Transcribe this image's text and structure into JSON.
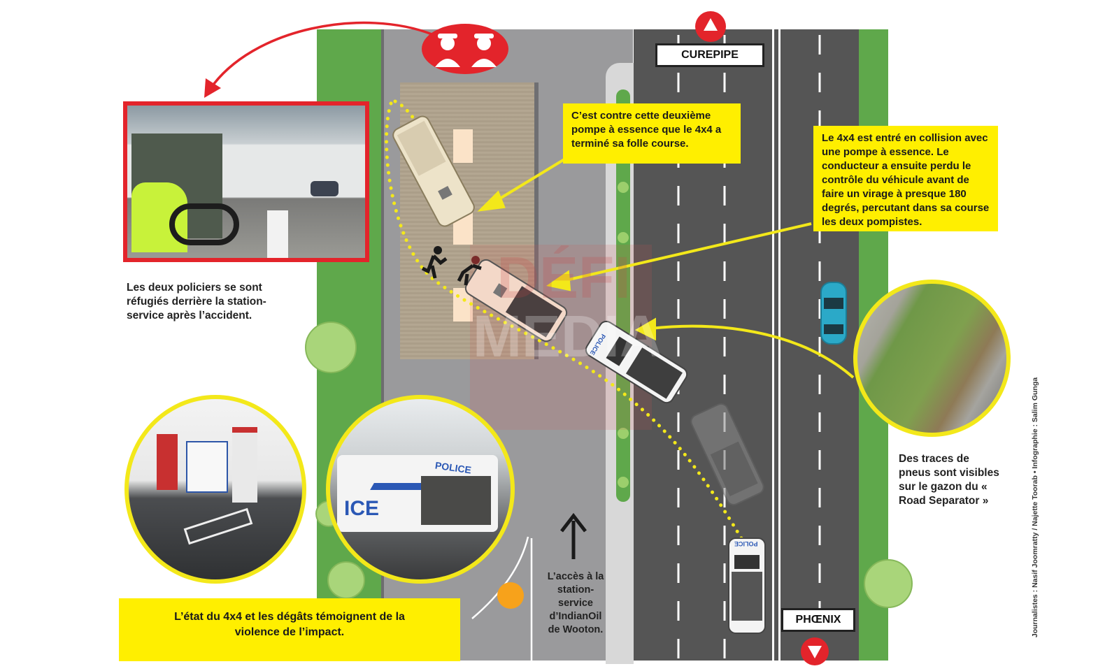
{
  "directions": {
    "north_sign": "CUREPIPE",
    "south_sign": "PHŒNIX"
  },
  "callouts": {
    "second_pump": "C’est contre cette deuxième pompe à essence que le 4x4 a terminé sa folle course.",
    "collision": "Le 4x4 est entré en collision avec une pompe à essence. Le conducteur a ensuite perdu le contrôle du véhicule avant de faire un virage à presque 180 degrés, percutant dans sa course les deux pompistes.",
    "damage": "L’état du 4x4 et les dégâts témoignent de la violence de l’impact."
  },
  "captions": {
    "policemen": "Les deux policiers se sont réfugiés derrière la station-service après l’accident.",
    "tyre_marks": "Des traces de pneus sont visibles sur le gazon du « Road Separator »",
    "access": "L’accès à la station-service d’IndianOil de Wooton."
  },
  "watermark": {
    "line1": "DÉFI",
    "line2": "MEDIA"
  },
  "vehicle_labels": {
    "police": "POLICE"
  },
  "photo_labels": {
    "wreck_text": "ICE",
    "wreck_hood": "POLICE"
  },
  "credits": "Journalistes : Nasif Joomratty / Najette Toorab • Infographie : Salim Gunga",
  "colors": {
    "grass": "#5fa84b",
    "road_dark": "#555555",
    "road_light": "#9a9a9c",
    "callout_yellow": "#ffef00",
    "alert_red": "#e3242b",
    "path_yellow": "#f3e81a"
  }
}
